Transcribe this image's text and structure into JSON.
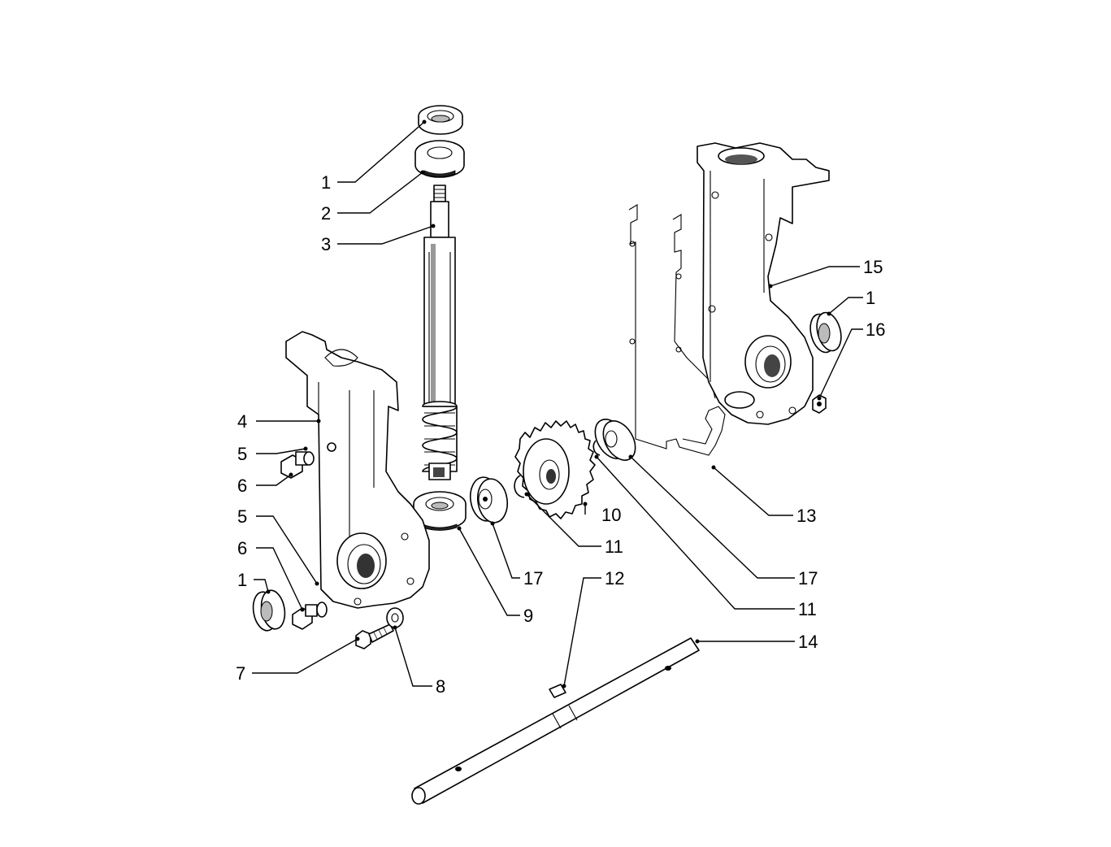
{
  "labels": {
    "l1a": "1",
    "l2": "2",
    "l3": "3",
    "l15": "15",
    "l1b": "1",
    "l16": "16",
    "l4": "4",
    "l5a": "5",
    "l6a": "6",
    "l5b": "5",
    "l6b": "6",
    "l1c": "1",
    "l10": "10",
    "l13": "13",
    "l11a": "11",
    "l17a": "17",
    "l12": "12",
    "l17b": "17",
    "l9": "9",
    "l11b": "11",
    "l14": "14",
    "l7": "7",
    "l8": "8"
  }
}
